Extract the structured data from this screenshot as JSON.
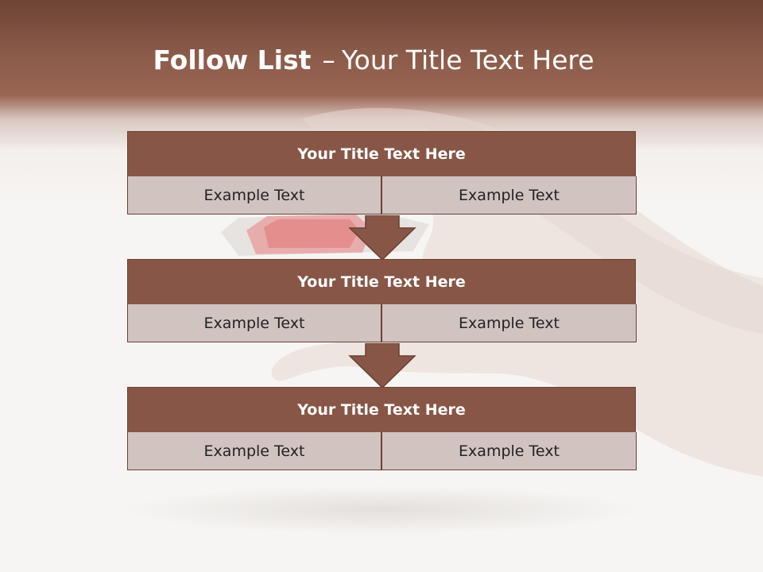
{
  "slide": {
    "title_bold": "Follow List",
    "title_separator": "–",
    "title_rest": "Your Title Text Here"
  },
  "rows": [
    {
      "title": "Your Title Text Here",
      "left": "Example Text",
      "right": "Example Text"
    },
    {
      "title": "Your Title Text Here",
      "left": "Example Text",
      "right": "Example Text"
    },
    {
      "title": "Your Title Text Here",
      "left": "Example Text",
      "right": "Example Text"
    }
  ],
  "colors": {
    "header_brown": "#875647",
    "cell_gray": "#d1c4c0",
    "accent_red": "#e24444"
  }
}
